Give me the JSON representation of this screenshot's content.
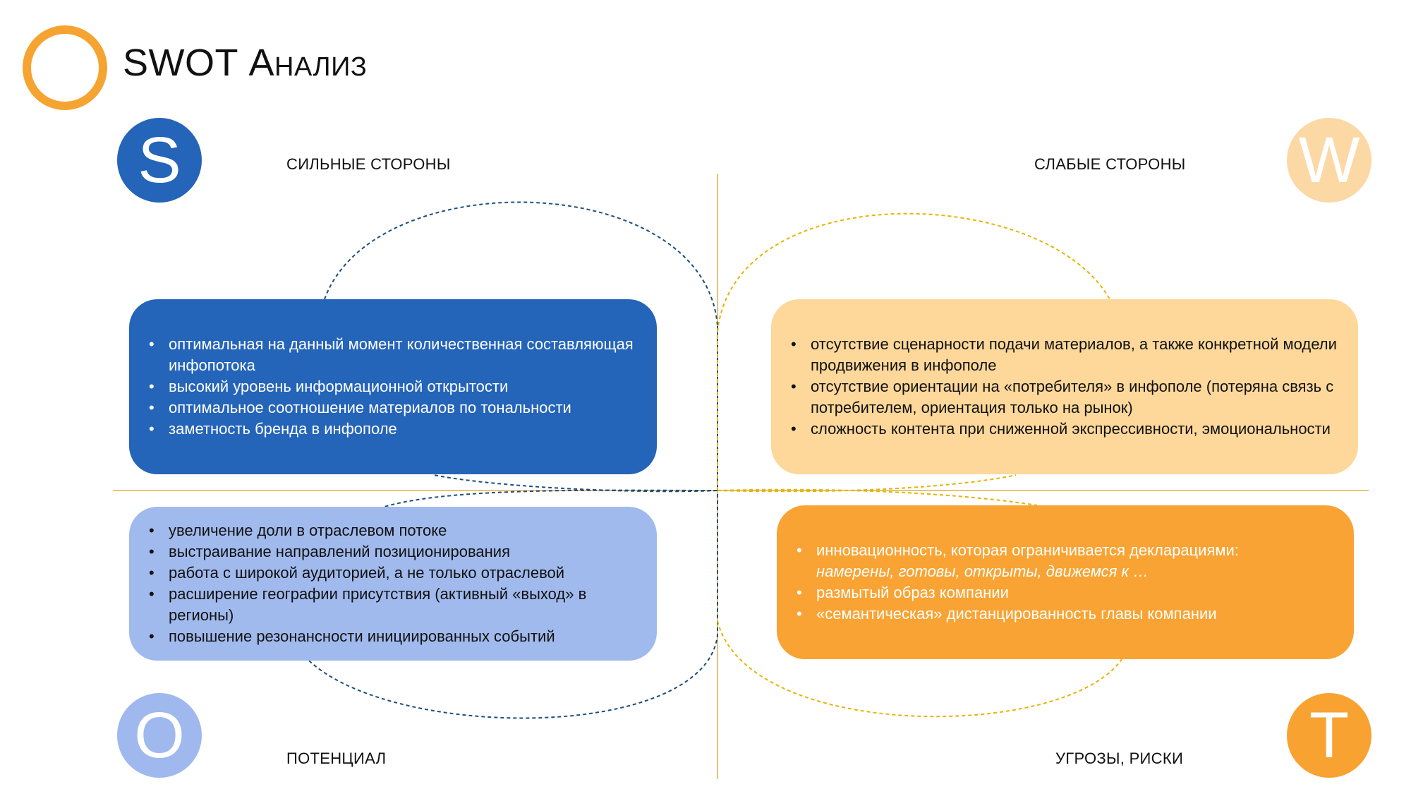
{
  "header": {
    "title_prefix": "SWOT",
    "title_suffix": "Анализ"
  },
  "colors": {
    "accent_orange": "#f6a431",
    "strengths_blue": "#2464b9",
    "weaknesses_peach": "#fdd89a",
    "opportunities_light_blue": "#a1baed",
    "threats_orange": "#f8a333"
  },
  "quadrants": {
    "strengths": {
      "letter": "S",
      "title": "СИЛЬНЫЕ СТОРОНЫ",
      "items": [
        "оптимальная на данный момент  количественная составляющая инфопотока",
        "высокий уровень информационной открытости",
        "оптимальное соотношение материалов по тональности",
        "заметность бренда в инфополе"
      ]
    },
    "weaknesses": {
      "letter": "W",
      "title": "СЛАБЫЕ СТОРОНЫ",
      "items": [
        "отсутствие сценарности подачи материалов, а также конкретной модели продвижения в инфополе",
        "отсутствие ориентации на «потребителя» в инфополе (потеряна связь с потребителем, ориентация только на рынок)",
        "сложность контента при сниженной экспрессивности, эмоциональности"
      ]
    },
    "opportunities": {
      "letter": "O",
      "title": "ПОТЕНЦИАЛ",
      "items": [
        "увеличение доли в отраслевом потоке",
        "выстраивание направлений позиционирования",
        "работа с широкой аудиторией, а не только отраслевой",
        "расширение географии присутствия (активный  «выход» в регионы)",
        "повышение резонансности инициированных событий"
      ]
    },
    "threats": {
      "letter": "T",
      "title": "УГРОЗЫ, РИСКИ",
      "items": [
        {
          "text": "инновационность, которая ограничивается декларациями:",
          "italic": "намерены, готовы, открыты, движемся к …"
        },
        {
          "text": "размытый образ компании"
        },
        {
          "text": "«семантическая» дистанцированность главы компании"
        }
      ]
    }
  }
}
